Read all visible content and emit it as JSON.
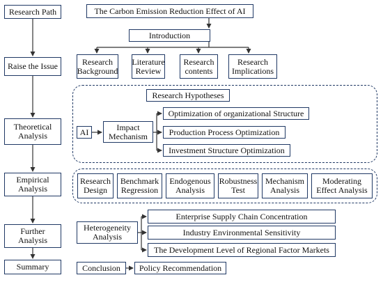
{
  "left_column": {
    "research_path": "Research Path",
    "raise_issue": "Raise the Issue",
    "theoretical": "Theoretical\nAnalysis",
    "empirical": "Empirical\nAnalysis",
    "further": "Further\nAnalysis",
    "summary": "Summary"
  },
  "title": "The Carbon Emission Reduction Effect of AI",
  "introduction": {
    "label": "Introduction",
    "items": [
      "Research\nBackground",
      "Literature\nReview",
      "Research\ncontents",
      "Research\nImplications"
    ]
  },
  "theory": {
    "hypotheses": "Research Hypotheses",
    "ai": "AI",
    "mechanism": "Impact\nMechanism",
    "paths": [
      "Optimization of organizational Structure",
      "Production Process Optimization",
      "Investment Structure Optimization"
    ]
  },
  "empirical_items": [
    "Research\nDesign",
    "Benchmark\nRegression",
    "Endogenous\nAnalysis",
    "Robustness\nTest",
    "Mechanism\nAnalysis",
    "Moderating\nEffect Analysis"
  ],
  "further": {
    "heterogeneity": "Heterogeneity\nAnalysis",
    "items": [
      "Enterprise Supply Chain Concentration",
      "Industry Environmental Sensitivity",
      "The Development Level of Regional Factor Markets"
    ]
  },
  "conclusion": {
    "label": "Conclusion",
    "policy": "Policy Recommendation"
  },
  "colors": {
    "border": "#1f3864",
    "line": "#333333"
  }
}
